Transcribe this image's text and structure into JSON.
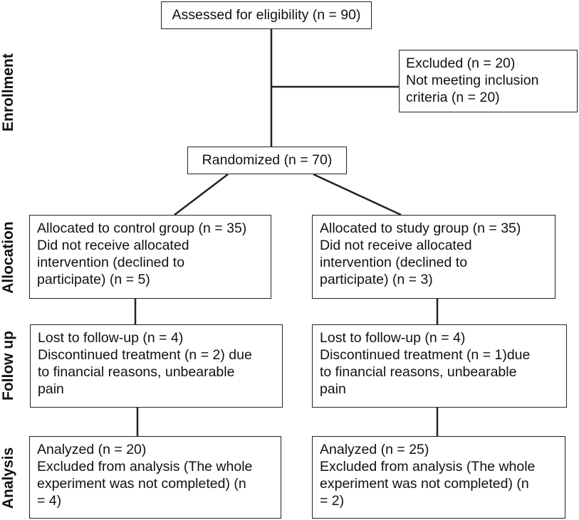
{
  "stages": {
    "enrollment": "Enrollment",
    "allocation": "Allocation",
    "follow_up": "Follow up",
    "analysis": "Analysis"
  },
  "assessed": "Assessed for eligibility (n = 90)",
  "excluded": [
    "Excluded (n = 20)",
    "Not meeting inclusion",
    "criteria (n = 20)"
  ],
  "randomized": "Randomized (n = 70)",
  "control": {
    "allocation": [
      "Allocated to control group (n = 35)",
      "Did not receive allocated",
      "intervention (declined to",
      "participate) (n = 5)"
    ],
    "follow_up": [
      "Lost to follow-up (n = 4)",
      "Discontinued treatment (n = 2) due",
      "to financial reasons, unbearable",
      "pain"
    ],
    "analysis": [
      "Analyzed (n = 20)",
      "Excluded from analysis (The whole",
      "experiment was not completed) (n",
      "= 4)"
    ]
  },
  "study": {
    "allocation": [
      "Allocated to study group (n = 35)",
      "Did not receive allocated",
      "intervention (declined to",
      "participate) (n = 3)"
    ],
    "follow_up": [
      "Lost to follow-up (n = 4)",
      "Discontinued treatment (n = 1)due",
      "to financial reasons, unbearable",
      "pain"
    ],
    "analysis": [
      "Analyzed (n = 25)",
      "Excluded from analysis (The whole",
      "experiment was not completed) (n",
      "= 2)"
    ]
  }
}
